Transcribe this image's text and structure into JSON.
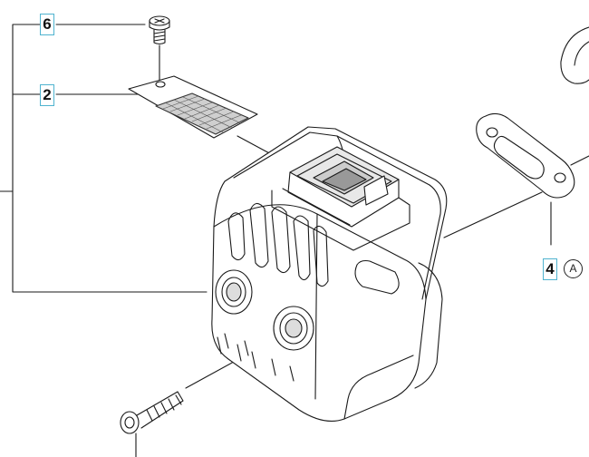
{
  "labels": {
    "screw_top": "6",
    "plate": "2",
    "gasket": "4",
    "gasket_ref": "A"
  },
  "colors": {
    "callout_border": "#4fb3cf",
    "line": "#1a1a1a",
    "text": "#111111"
  }
}
